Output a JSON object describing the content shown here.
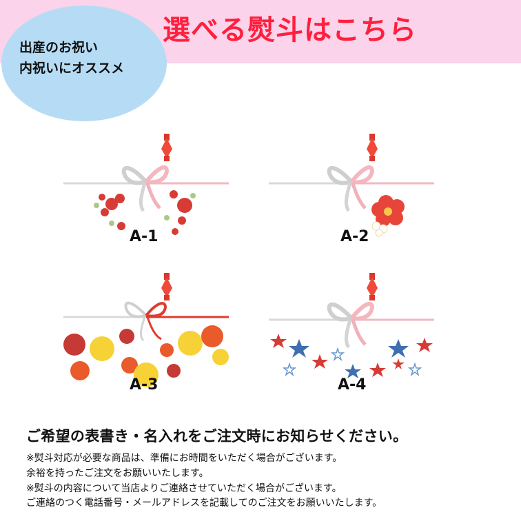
{
  "header": {
    "title": "選べる熨斗はこちら",
    "band_color": "#fbd3ea",
    "title_color": "#ff1f3d"
  },
  "badge": {
    "line1": "出産のお祝い",
    "line2": "内祝いにオススメ",
    "color": "#b6dcf5"
  },
  "options": [
    {
      "label": "A-1",
      "motif": "plum-blossom-wreath-icon"
    },
    {
      "label": "A-2",
      "motif": "plum-flower-icon"
    },
    {
      "label": "A-3",
      "motif": "polka-dot-circles-icon"
    },
    {
      "label": "A-4",
      "motif": "star-border-icon"
    }
  ],
  "notes": {
    "main": "ご希望の表書き・名入れをご注文時にお知らせください。",
    "lines": [
      "※熨斗対応が必要な商品は、準備にお時間をいただく場合がございます。",
      "余裕を持ったご注文をお願いいたします。",
      "※熨斗の内容について当店よりご連絡させていただく場合がございます。",
      "ご連絡のつく電話番号・メールアドレスを記載してのご注文をお願いいたします。"
    ]
  }
}
